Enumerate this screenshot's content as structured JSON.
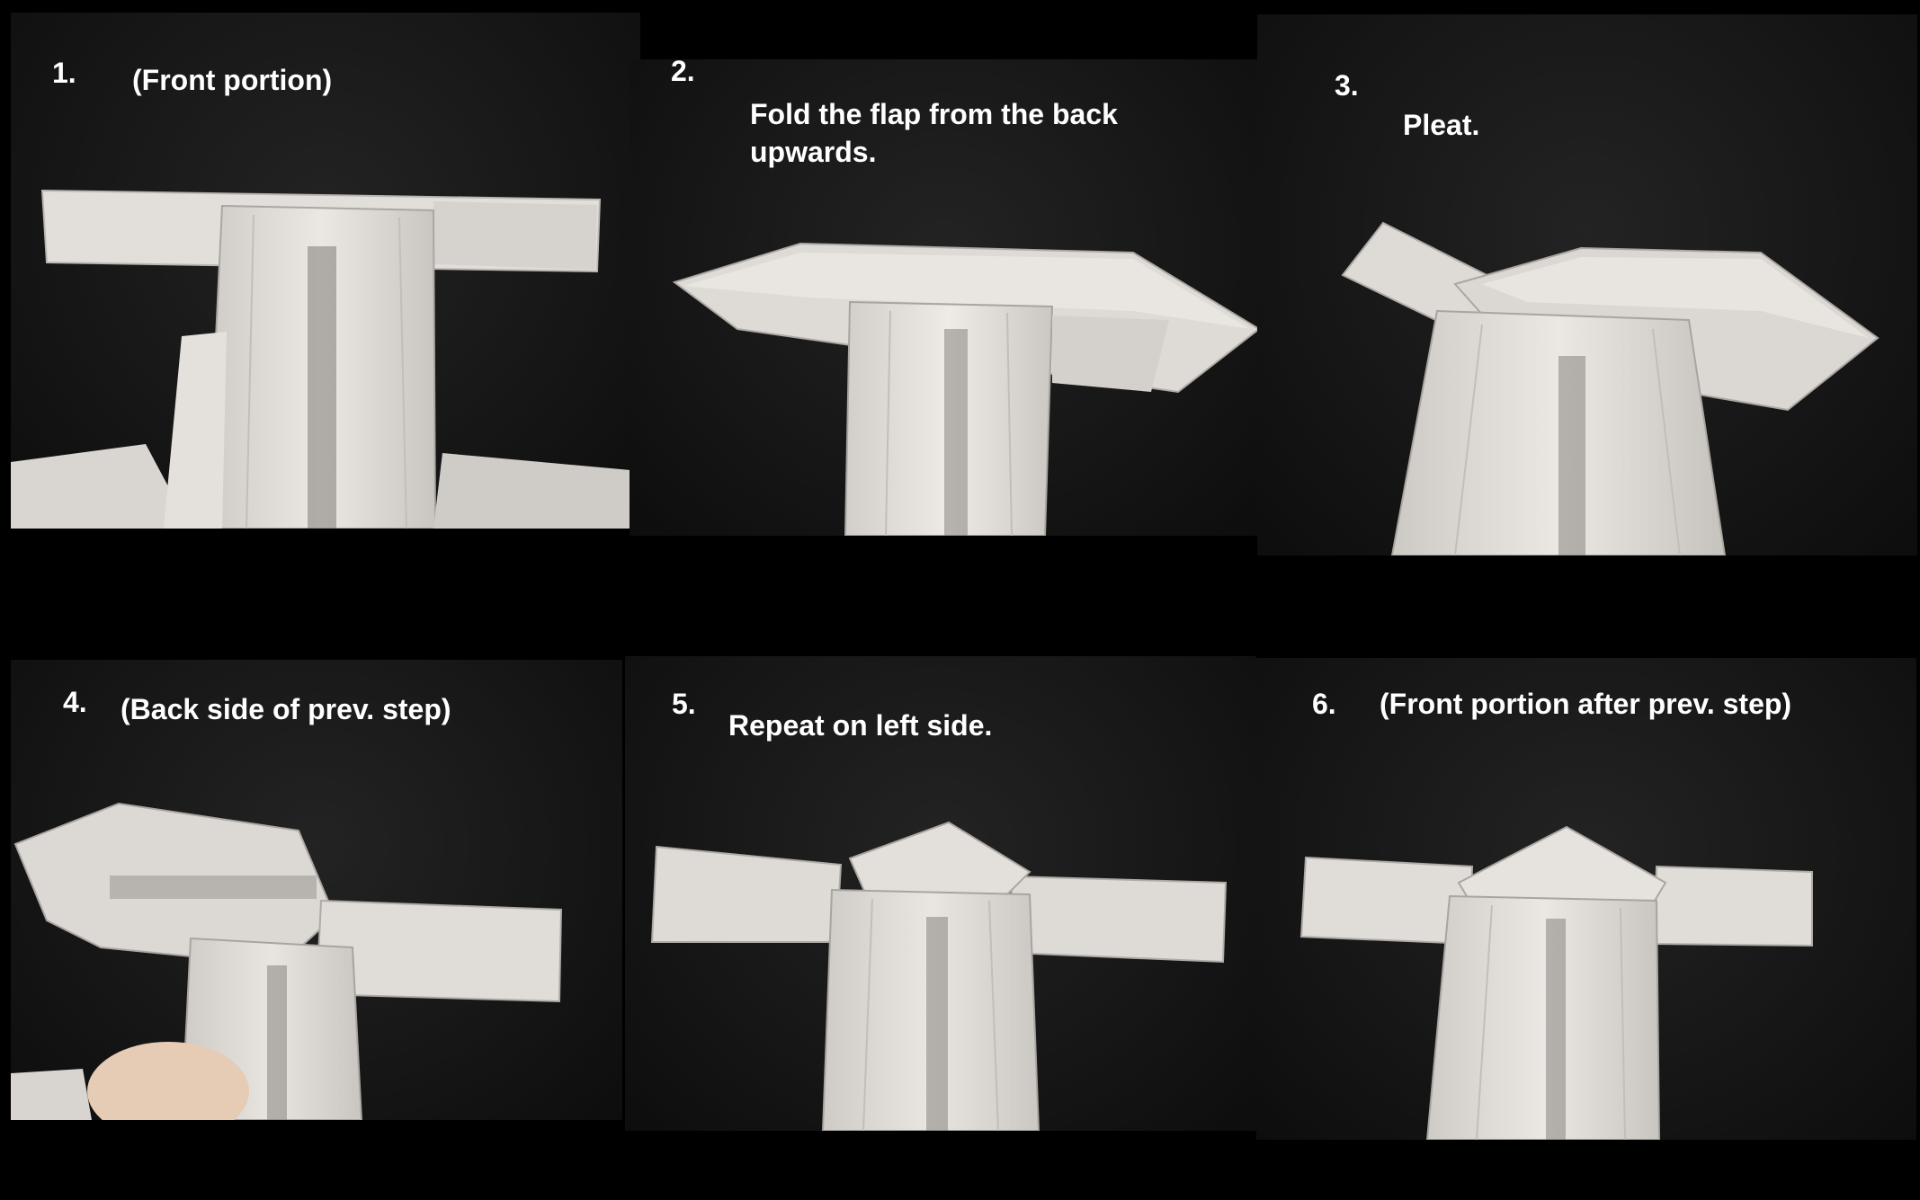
{
  "steps": [
    {
      "number": "1.",
      "caption": "(Front portion)"
    },
    {
      "number": "2.",
      "caption": "Fold the flap from the back upwards."
    },
    {
      "number": "3.",
      "caption": "Pleat."
    },
    {
      "number": "4.",
      "caption": "(Back side of prev. step)"
    },
    {
      "number": "5.",
      "caption": "Repeat on left side."
    },
    {
      "number": "6.",
      "caption": "(Front portion after prev. step)"
    }
  ],
  "colors": {
    "background": "#000000",
    "paper": "#dedad5",
    "text": "#ffffff"
  }
}
